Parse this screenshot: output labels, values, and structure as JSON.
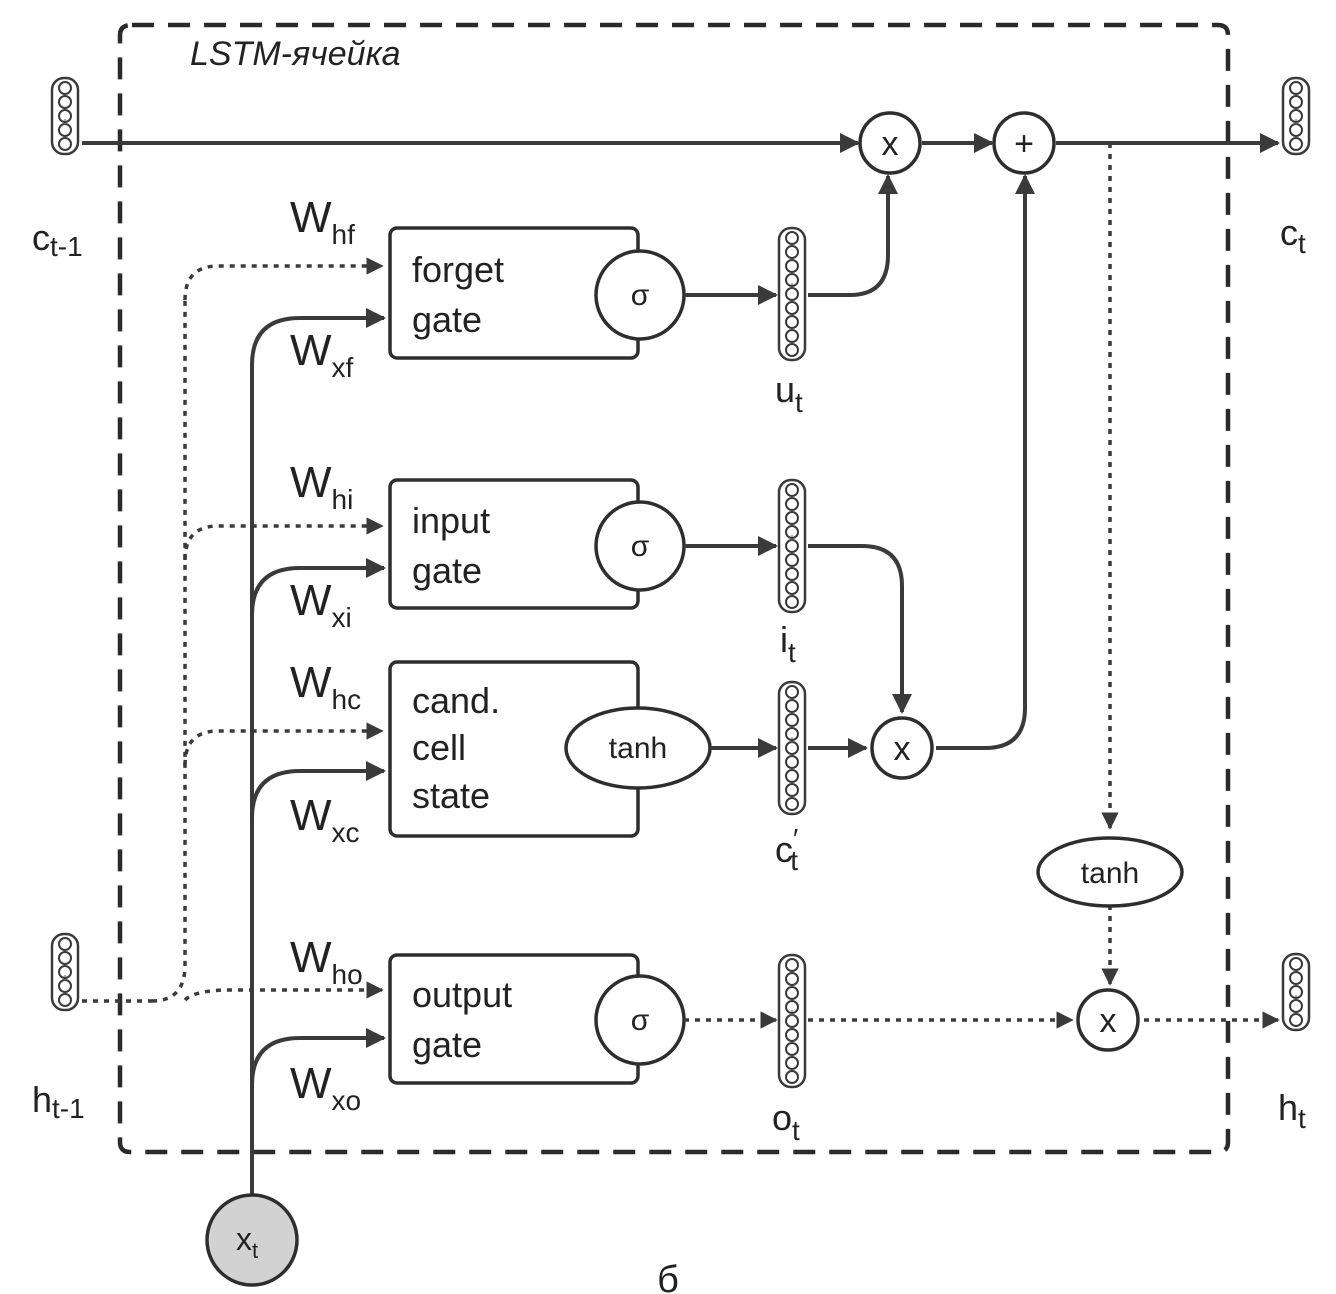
{
  "title": "LSTM-ячейка",
  "caption": "б",
  "inputs": {
    "c_prev": {
      "base": "c",
      "sub": "t-1"
    },
    "h_prev": {
      "base": "h",
      "sub": "t-1"
    },
    "x": {
      "base": "x",
      "sub": "t"
    }
  },
  "outputs": {
    "c": {
      "base": "c",
      "sub": "t"
    },
    "h": {
      "base": "h",
      "sub": "t"
    }
  },
  "gates": [
    {
      "id": "forget",
      "lines": [
        "forget",
        "gate"
      ],
      "activation": "σ",
      "w_h": {
        "base": "W",
        "sub": "hf"
      },
      "w_x": {
        "base": "W",
        "sub": "xf"
      },
      "vector": {
        "base": "u",
        "sub": "t"
      }
    },
    {
      "id": "input",
      "lines": [
        "input",
        "gate"
      ],
      "activation": "σ",
      "w_h": {
        "base": "W",
        "sub": "hi"
      },
      "w_x": {
        "base": "W",
        "sub": "xi"
      },
      "vector": {
        "base": "i",
        "sub": "t"
      }
    },
    {
      "id": "candidate",
      "lines": [
        "cand.",
        "cell",
        "state"
      ],
      "activation": "tanh",
      "w_h": {
        "base": "W",
        "sub": "hc"
      },
      "w_x": {
        "base": "W",
        "sub": "xc"
      },
      "vector": {
        "base": "c",
        "sub": "t",
        "prime": "′"
      }
    },
    {
      "id": "output",
      "lines": [
        "output",
        "gate"
      ],
      "activation": "σ",
      "w_h": {
        "base": "W",
        "sub": "ho"
      },
      "w_x": {
        "base": "W",
        "sub": "xo"
      },
      "vector": {
        "base": "o",
        "sub": "t"
      }
    }
  ],
  "operators": {
    "multiply": "x",
    "add": "+"
  },
  "output_tanh": "tanh",
  "colors": {
    "line": "#3a3a3a",
    "x_node_fill": "#d2d2d2"
  }
}
